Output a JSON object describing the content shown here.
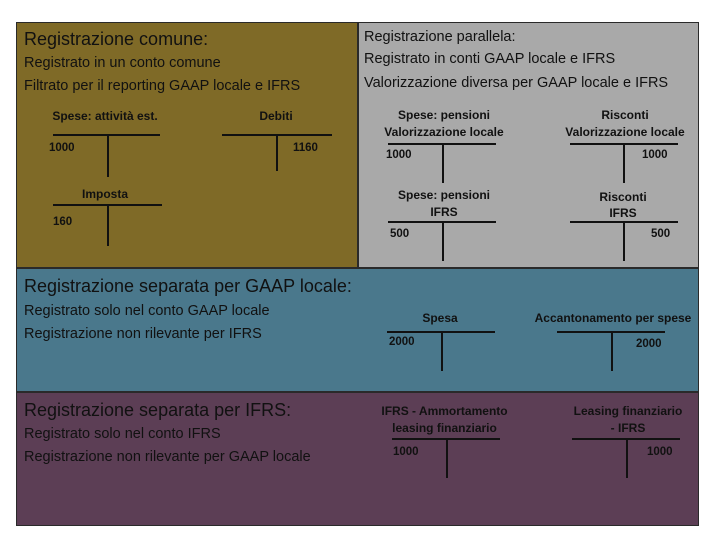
{
  "common": {
    "title": "Registrazione comune:",
    "line1": "Registrato in un conto comune",
    "line2": "Filtrato per il reporting GAAP locale e IFRS",
    "accounts": [
      {
        "label": "Spese: attività est.",
        "amount": "1000"
      },
      {
        "label": "Debiti",
        "amount": "1160"
      },
      {
        "label": "Imposta",
        "amount": "160"
      }
    ]
  },
  "parallel": {
    "title": "Registrazione parallela:",
    "line1": "Registrato in conti GAAP locale e IFRS",
    "line2": "Valorizzazione diversa per GAAP locale e IFRS",
    "accounts": [
      {
        "label_1": "Spese: pensioni",
        "label_2": "Valorizzazione locale",
        "amount": "1000"
      },
      {
        "label_1": "Risconti",
        "label_2": "Valorizzazione locale",
        "amount": "1000"
      },
      {
        "label_1": "Spese: pensioni",
        "label_2": "IFRS",
        "amount": "500"
      },
      {
        "label_1": "Risconti",
        "label_2": "IFRS",
        "amount": "500"
      }
    ]
  },
  "local": {
    "title": "Registrazione separata per GAAP locale:",
    "line1": "Registrato solo nel conto GAAP locale",
    "line2": "Registrazione non rilevante per IFRS",
    "accounts": [
      {
        "label": "Spesa",
        "amount": "2000"
      },
      {
        "label": "Accantonamento per spese",
        "amount": "2000"
      }
    ]
  },
  "ifrs": {
    "title": "Registrazione separata per IFRS:",
    "line1": "Registrato solo nel conto IFRS",
    "line2": "Registrazione non rilevante per GAAP locale",
    "accounts": [
      {
        "label_1": "IFRS - Ammortamento",
        "label_2": "leasing finanziario",
        "amount": "1000"
      },
      {
        "label_1": "Leasing finanziario",
        "label_2": "- IFRS",
        "amount": "1000"
      }
    ]
  },
  "colors": {
    "common_bg": "#7f6a27",
    "parallel_bg": "#a9a9a9",
    "local_bg": "#4a788c",
    "ifrs_bg": "#5c3e55"
  }
}
